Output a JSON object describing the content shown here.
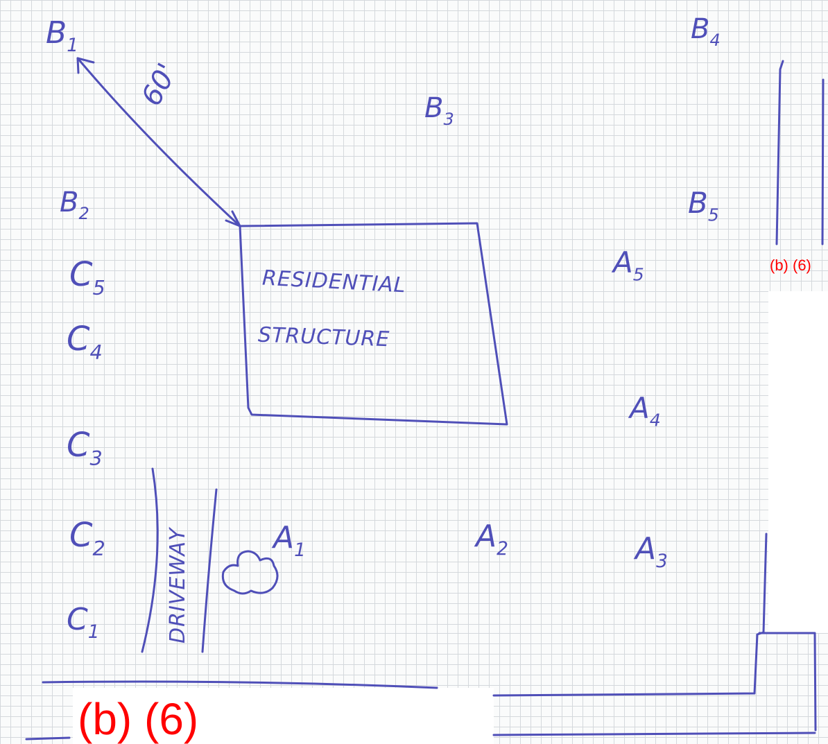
{
  "ink_color": "#4f4fb8",
  "redaction_color": "#ff0000",
  "grid_color": "#d4d8dc",
  "labels": {
    "B1": {
      "letter": "B",
      "sub": "1"
    },
    "B2": {
      "letter": "B",
      "sub": "2"
    },
    "B3": {
      "letter": "B",
      "sub": "3"
    },
    "B4": {
      "letter": "B",
      "sub": "4"
    },
    "B5": {
      "letter": "B",
      "sub": "5"
    },
    "C1": {
      "letter": "C",
      "sub": "1"
    },
    "C2": {
      "letter": "C",
      "sub": "2"
    },
    "C3": {
      "letter": "C",
      "sub": "3"
    },
    "C4": {
      "letter": "C",
      "sub": "4"
    },
    "C5": {
      "letter": "C",
      "sub": "5"
    },
    "A1": {
      "letter": "A",
      "sub": "1"
    },
    "A2": {
      "letter": "A",
      "sub": "2"
    },
    "A3": {
      "letter": "A",
      "sub": "3"
    },
    "A4": {
      "letter": "A",
      "sub": "4"
    },
    "A5": {
      "letter": "A",
      "sub": "5"
    }
  },
  "distance_label": "60'",
  "structure": {
    "line1": "RESIDENTIAL",
    "line2": "STRUCTURE"
  },
  "driveway_label": "DRIVEWAY",
  "redactions": {
    "large": "(b) (6)",
    "small": "(b) (6)"
  }
}
